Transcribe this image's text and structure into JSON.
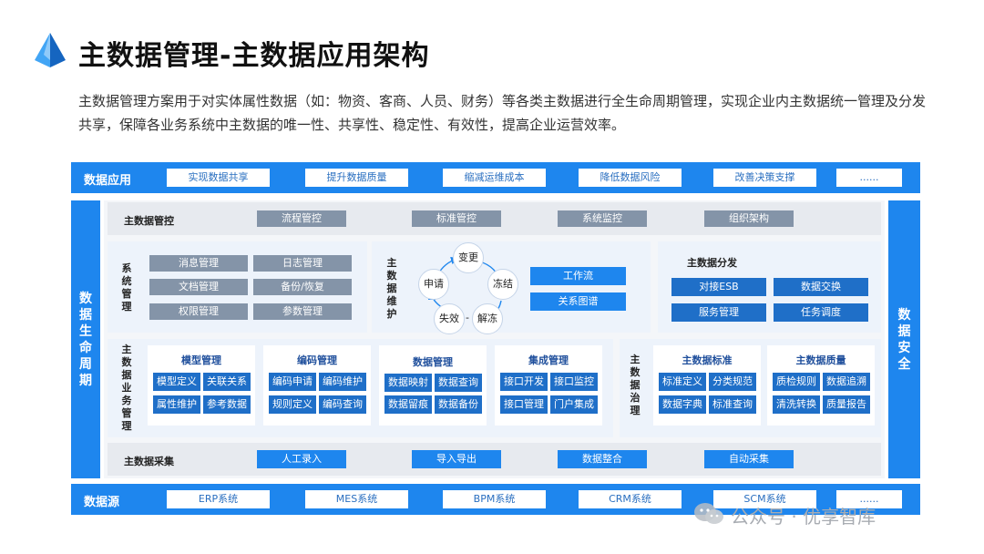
{
  "header": {
    "title": "主数据管理-主数据应用架构",
    "description": "主数据管理方案用于对实体属性数据（如：物资、客商、人员、财务）等各类主数据进行全生命周期管理，实现企业内主数据统一管理及分发共享，保障各业务系统中主数据的唯一性、共享性、稳定性、有效性，提高企业运营效率。"
  },
  "app_layer": {
    "label": "数据应用",
    "items": [
      "实现数据共享",
      "提升数据质量",
      "缩减运维成本",
      "降低数据风险",
      "改善决策支撑",
      "......"
    ]
  },
  "left_side": "数据生命周期",
  "right_side": "数据安全",
  "control": {
    "label": "主数据管控",
    "items": [
      "流程管控",
      "标准管控",
      "系统监控",
      "组织架构"
    ]
  },
  "system_mgmt": {
    "label": "系统管理",
    "items": [
      "消息管理",
      "日志管理",
      "文档管理",
      "备份/恢复",
      "权限管理",
      "参数管理"
    ]
  },
  "maintenance": {
    "label": "主数据维护",
    "cycle": [
      "变更",
      "冻结",
      "解冻",
      "失效",
      "申请"
    ],
    "dash": "-",
    "items": [
      "工作流",
      "关系图谱"
    ]
  },
  "distribution": {
    "title": "主数据分发",
    "items": [
      "对接ESB",
      "数据交换",
      "服务管理",
      "任务调度"
    ]
  },
  "business_mgmt": {
    "label": "主数据业务管理",
    "cards": [
      {
        "title": "模型管理",
        "items": [
          "模型定义",
          "关联关系",
          "属性维护",
          "参考数据"
        ]
      },
      {
        "title": "编码管理",
        "items": [
          "编码申请",
          "编码维护",
          "规则定义",
          "编码查询"
        ]
      },
      {
        "title": "数据管理",
        "items": [
          "数据映射",
          "数据查询",
          "数据留痕",
          "数据备份"
        ]
      },
      {
        "title": "集成管理",
        "items": [
          "接口开发",
          "接口监控",
          "接口管理",
          "门户集成"
        ]
      }
    ]
  },
  "governance": {
    "label": "主数据治理",
    "cards": [
      {
        "title": "主数据标准",
        "items": [
          "标准定义",
          "分类规范",
          "数据字典",
          "标准查询"
        ]
      },
      {
        "title": "主数据质量",
        "items": [
          "质检规则",
          "数据追溯",
          "清洗转换",
          "质量报告"
        ]
      }
    ]
  },
  "collection": {
    "label": "主数据采集",
    "items": [
      "人工录入",
      "导入导出",
      "数据整合",
      "自动采集"
    ]
  },
  "source_layer": {
    "label": "数据源",
    "items": [
      "ERP系统",
      "MES系统",
      "BPM系统",
      "CRM系统",
      "SCM系统",
      "......"
    ]
  },
  "watermark": "公众号 · 优享智库"
}
